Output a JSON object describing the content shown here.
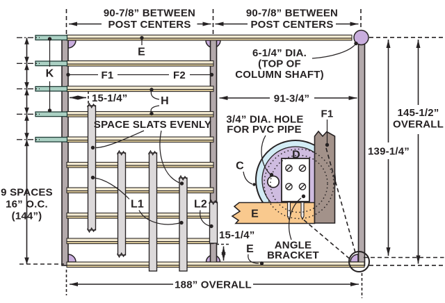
{
  "dims": {
    "top_left": [
      "90-7/8” BETWEEN",
      "POST CENTERS"
    ],
    "top_right": [
      "90-7/8” BETWEEN",
      "POST CENTERS"
    ],
    "rail_right": "91-3/4”",
    "overall_width": "188” OVERALL",
    "overall_height": [
      "145-1/2”",
      "OVERALL"
    ],
    "height_secondary": "139-1/4”",
    "slat_offset_top": "15-1/4”",
    "slat_offset_bottom": "15-1/4”",
    "left_spacing": [
      "9 SPACES",
      "16” O.C.",
      "(144”)"
    ]
  },
  "notes": {
    "column_top": [
      "6-1/4” DIA.",
      "(TOP OF",
      "COLUMN SHAFT)"
    ],
    "pvc_hole": [
      "3/4” DIA. HOLE",
      "FOR PVC PIPE"
    ],
    "space_slats": "SPACE SLATS EVENLY",
    "angle_bracket": [
      "ANGLE",
      "BRACKET"
    ]
  },
  "parts": {
    "e_top": "E",
    "e_bottom": "E",
    "e_detail": "E",
    "k": "K",
    "f1": "F1",
    "f2": "F2",
    "f1_right": "F1",
    "h": "H",
    "l1": "L1",
    "l2": "L2",
    "c": "C",
    "d": "D"
  },
  "colors": {
    "line": "#262223",
    "rail_cream": "#f3ead1",
    "rail_tan": "#e3d09e",
    "post_gray": "#b3a9ab",
    "slat_gray": "#dcd9da",
    "cross_teal": "#abd1c4",
    "column_purple": "#c9aede",
    "detail_ring_blue": "#d3ecf5",
    "cap_plate_lavender": "#cfbce0",
    "detail_post_taupe": "#a3928a",
    "detail_beam_orange": "#f9c98e"
  }
}
